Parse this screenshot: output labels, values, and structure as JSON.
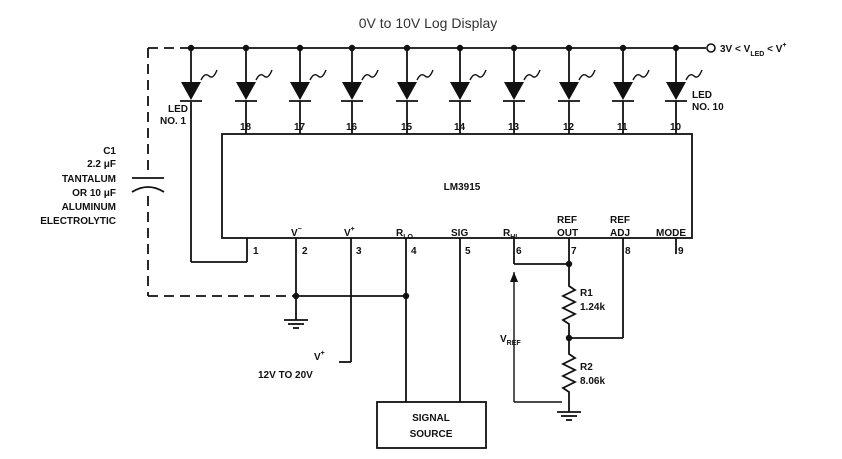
{
  "title": "0V to 10V Log Display",
  "supply_label": {
    "main": "3V < V",
    "sub": "LED",
    "tail": " < V",
    "sup": "+"
  },
  "led1_label": [
    "LED",
    "NO. 1"
  ],
  "led10_label": [
    "LED",
    "NO. 10"
  ],
  "capacitor": {
    "name": "C1",
    "lines": [
      "2.2 μF",
      "TANTALUM",
      "OR 10 μF",
      "ALUMINUM",
      "ELECTROLYTIC"
    ]
  },
  "ic": {
    "name": "LM3915",
    "led_pins": [
      "18",
      "17",
      "16",
      "15",
      "14",
      "13",
      "12",
      "11",
      "10"
    ],
    "bottom_pins": [
      {
        "num": "1",
        "label": ""
      },
      {
        "num": "2",
        "label": "V",
        "sup": "−"
      },
      {
        "num": "3",
        "label": "V",
        "sup": "+"
      },
      {
        "num": "4",
        "label": "R",
        "sub": "LO"
      },
      {
        "num": "5",
        "label": "SIG"
      },
      {
        "num": "6",
        "label": "R",
        "sub": "HI"
      },
      {
        "num": "7",
        "label": "OUT",
        "label_top": "REF"
      },
      {
        "num": "8",
        "label": "ADJ",
        "label_top": "REF"
      },
      {
        "num": "9",
        "label": "MODE"
      }
    ]
  },
  "vplus_label": {
    "main": "V",
    "sup": "+",
    "range": "12V TO 20V"
  },
  "vref_label": {
    "main": "V",
    "sub": "REF"
  },
  "r1": {
    "name": "R1",
    "value": "1.24k"
  },
  "r2": {
    "name": "R2",
    "value": "8.06k"
  },
  "signal_source": [
    "SIGNAL",
    "SOURCE"
  ],
  "icons": [
    "diode-icon",
    "resistor-icon",
    "ground-icon",
    "capacitor-icon",
    "terminal-icon"
  ]
}
